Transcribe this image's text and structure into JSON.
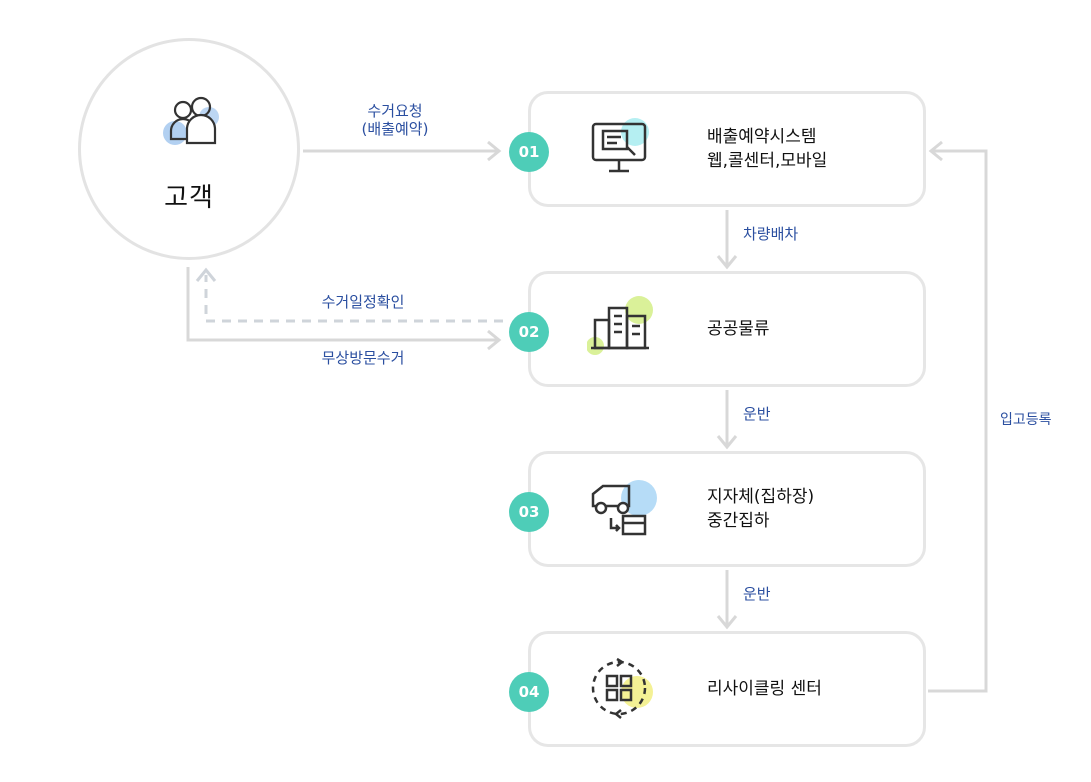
{
  "customer": {
    "label": "고객",
    "icon": "people-icon"
  },
  "steps": [
    {
      "num": "01",
      "line1": "배출예약시스템",
      "line2": "웹,콜센터,모바일",
      "icon": "monitor-icon"
    },
    {
      "num": "02",
      "line1": "공공물류",
      "line2": "",
      "icon": "building-icon"
    },
    {
      "num": "03",
      "line1": "지자체(집하장)",
      "line2": "중간집하",
      "icon": "truck-box-icon"
    },
    {
      "num": "04",
      "line1": "리사이클링 센터",
      "line2": "",
      "icon": "recycle-grid-icon"
    }
  ],
  "edges": {
    "request_line1": "수거요청",
    "request_line2": "(배출예약)",
    "dispatch": "차량배차",
    "confirm_date": "수거일정확인",
    "contactless": "무상방문수거",
    "transport1": "운반",
    "transport2": "운반",
    "register": "입고등록"
  },
  "colors": {
    "accent": "#4ecdb8",
    "edge_text": "#2b4fa0",
    "line": "#d6d6d6"
  }
}
